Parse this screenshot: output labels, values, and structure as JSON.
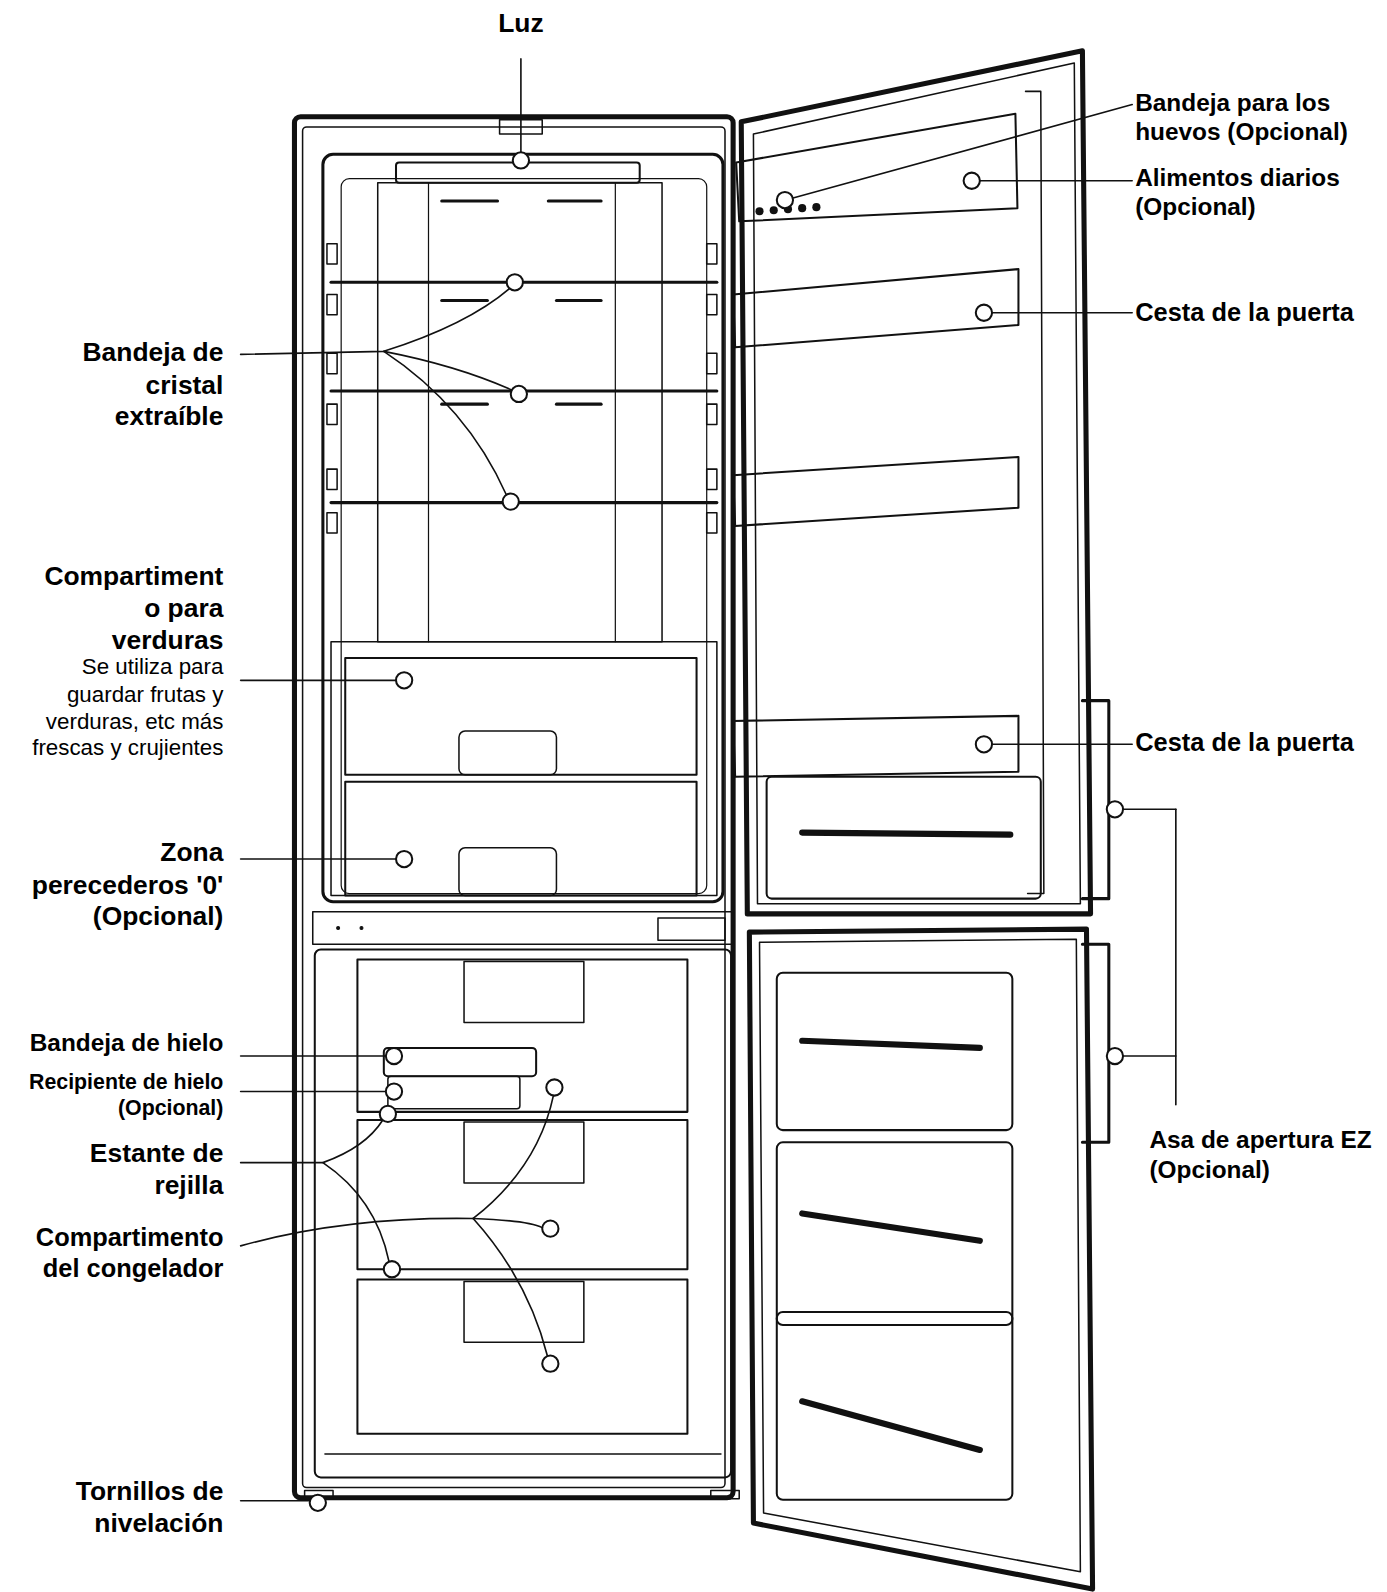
{
  "diagram": {
    "labels": [
      "Luz",
      "Bandeja para los huevos (Opcional)",
      "Alimentos diarios (Opcional)",
      "Cesta de la puerta",
      "Bandeja de cristal extraíble",
      "Compartiment o para verduras",
      "Se utiliza para guardar frutas y verduras, etc más frescas y crujientes",
      "Cesta de la puerta",
      "Zona perecederos '0' (Opcional)",
      "Bandeja de hielo",
      "Recipiente de hielo (Opcional)",
      "Estante de rejilla",
      "Compartimento del congelador",
      "Asa de apertura EZ (Opcional)",
      "Tornillos de nivelación"
    ]
  }
}
